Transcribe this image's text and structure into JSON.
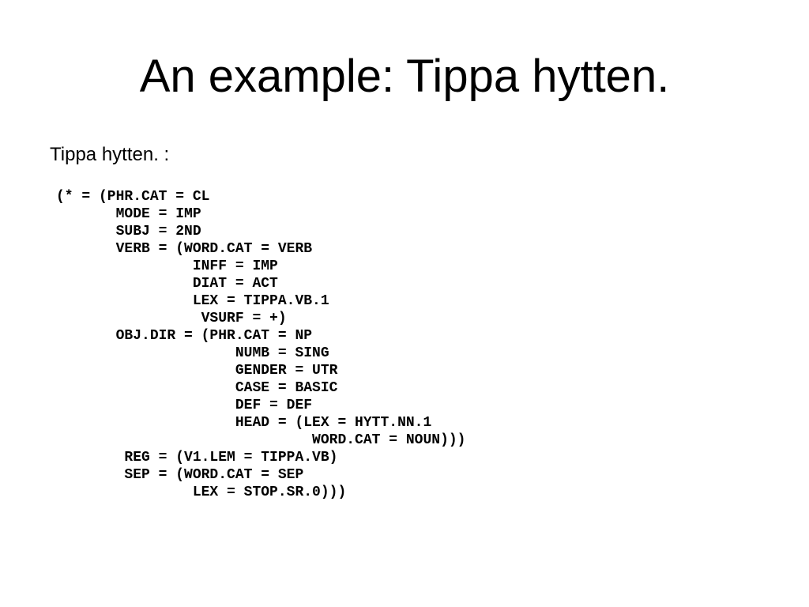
{
  "slide": {
    "title": "An example: Tippa hytten.",
    "intro": "Tippa hytten. :",
    "code_lines": [
      "(* = (PHR.CAT = CL",
      "       MODE = IMP",
      "       SUBJ = 2ND",
      "       VERB = (WORD.CAT = VERB",
      "                INFF = IMP",
      "                DIAT = ACT",
      "                LEX = TIPPA.VB.1",
      "                 VSURF = +)",
      "       OBJ.DIR = (PHR.CAT = NP",
      "                     NUMB = SING",
      "                     GENDER = UTR",
      "                     CASE = BASIC",
      "                     DEF = DEF",
      "                     HEAD = (LEX = HYTT.NN.1",
      "                              WORD.CAT = NOUN)))",
      "        REG = (V1.LEM = TIPPA.VB)",
      "        SEP = (WORD.CAT = SEP",
      "                LEX = STOP.SR.0)))"
    ]
  }
}
